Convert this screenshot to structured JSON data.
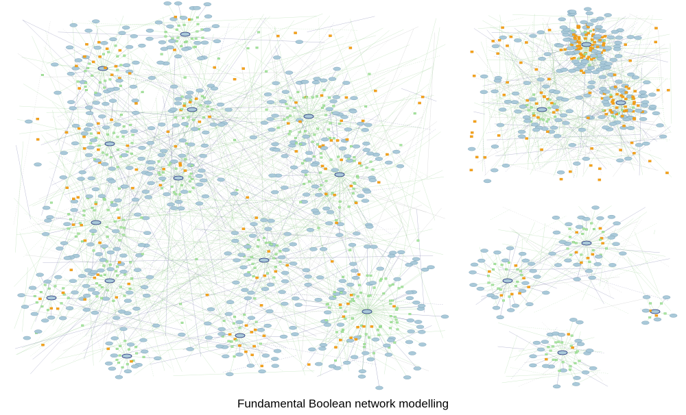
{
  "caption": "Fundamental Boolean network modelling",
  "colors": {
    "background": "#ffffff",
    "gene_node": "#a9c9d9",
    "gene_node_stroke": "#6f97ad",
    "interaction_node": "#a8e5a0",
    "interaction_node_stroke": "#6fbf66",
    "switch_node": "#f4a21c",
    "edge_activation": "#6fbf66",
    "edge_inhibition": "#2a2f7a",
    "edge_other": "#999999",
    "hub_center": "#1f2a78"
  },
  "networks": [
    {
      "id": "main-network",
      "label": ""
    },
    {
      "id": "upper-right-network",
      "label": ""
    },
    {
      "id": "middle-right-network",
      "label": ""
    },
    {
      "id": "lower-right-network",
      "label": ""
    },
    {
      "id": "small-isolated-network",
      "label": ""
    }
  ]
}
